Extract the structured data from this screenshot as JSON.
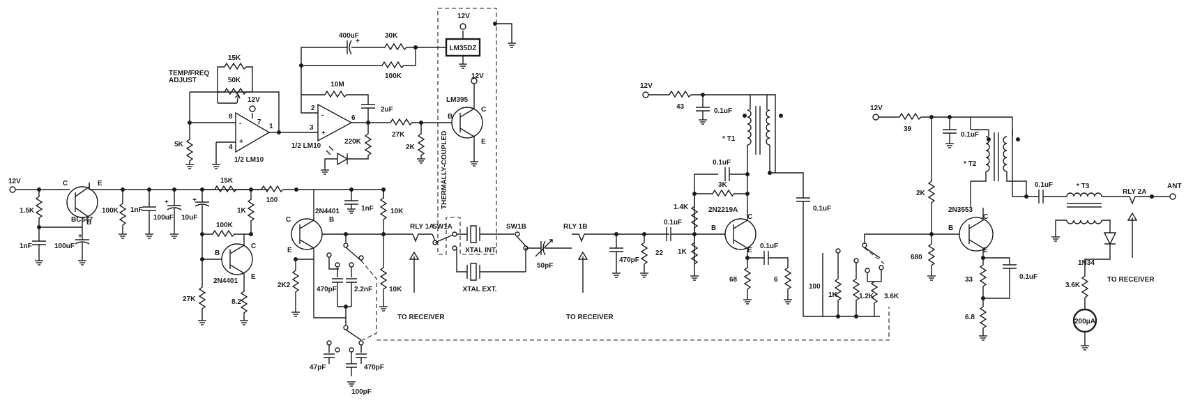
{
  "labels": {
    "v12": "12V",
    "r_15k": "15K",
    "r_50k": "50K",
    "temp_freq_1": "TEMP/FREQ",
    "temp_freq_2": "ADJUST",
    "r_5k": "5K",
    "u1a_name": "1/2  LM10",
    "u1b_name": "1/2  LM10",
    "pin_8": "8",
    "pin_7": "7",
    "pin_4": "4",
    "pin_1": "1",
    "pin_2": "2",
    "pin_3": "3",
    "pin_6": "6",
    "c_400uf": "400uF",
    "r_30k": "30K",
    "r_100k": "100K",
    "r_10m": "10M",
    "c_2uf": "2uF",
    "r_220k": "220K",
    "r_27k": "27K",
    "r_2k": "2K",
    "lm35dz": "LM35DZ",
    "lm395": "LM395",
    "thermal": "THERMALLY-COUPLED",
    "pin_b": "B",
    "pin_c": "C",
    "pin_e": "E",
    "bc547": "BC547",
    "r_1_5k": "1.5K",
    "c_1nf": "1nF",
    "c_100uf": "100uF",
    "c_10uf": "10uF",
    "r_1k": "1K",
    "r_100": "100",
    "r_10k": "10K",
    "q_2n4401": "2N4401",
    "r_8_2": "8.2",
    "r_2k2": "2K2",
    "c_470pf": "470pF",
    "c_2_2nf": "2.2nF",
    "c_47pf": "47pF",
    "c_100pf": "100pF",
    "rly1a": "RLY 1A",
    "rly1b": "RLY 1B",
    "rly2a": "RLY 2A",
    "sw1a": "SW1A",
    "sw1b": "SW1B",
    "xtal_int": "XTAL INT.",
    "xtal_ext": "XTAL EXT.",
    "to_receiver": "TO RECEIVER",
    "c_50pf": "50pF",
    "r_22": "22",
    "c_0_1uf": "0.1uF",
    "r_43": "43",
    "t1": "* T1",
    "r_3k": "3K",
    "r_1_4k": "1.4K",
    "q_2n2219a": "2N2219A",
    "r_68": "68",
    "r_6": "6",
    "r_1_2k": "1.2K",
    "r_3_6k": "3.6K",
    "r_39": "39",
    "t2": "* T2",
    "t3": "* T3",
    "q_2n3553": "2N3553",
    "r_680": "680",
    "r_33": "33",
    "r_6_8": "6.8",
    "d_1n34": "1N34",
    "meter": "200μA",
    "ant": "ANT"
  }
}
